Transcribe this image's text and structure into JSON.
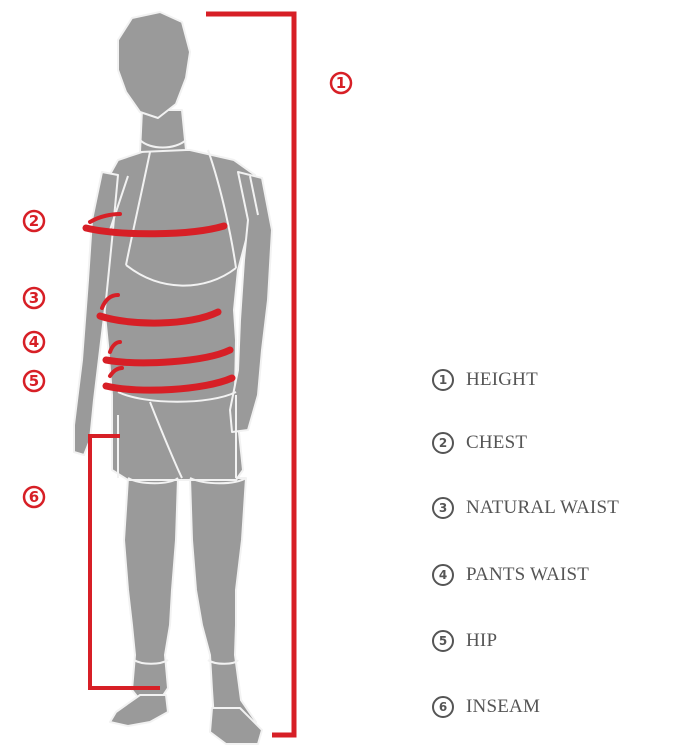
{
  "colors": {
    "accent": "#d71f26",
    "figure": "#9a9a9a",
    "outline": "#f2f2f2",
    "text": "#555555"
  },
  "figure": {
    "markers": {
      "height": "1",
      "chest": "2",
      "natural_waist": "3",
      "pants_waist": "4",
      "hip": "5",
      "inseam": "6"
    }
  },
  "legend": {
    "items": [
      {
        "num": "1",
        "label": "HEIGHT"
      },
      {
        "num": "2",
        "label": "CHEST"
      },
      {
        "num": "3",
        "label": "NATURAL WAIST"
      },
      {
        "num": "4",
        "label": "PANTS WAIST"
      },
      {
        "num": "5",
        "label": "HIP"
      },
      {
        "num": "6",
        "label": "INSEAM"
      }
    ]
  }
}
